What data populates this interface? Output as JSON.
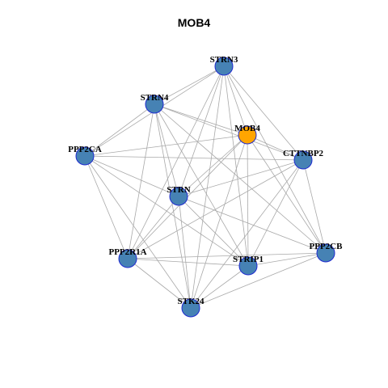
{
  "title": "MOB4",
  "colors": {
    "default_node_fill": "#4682b4",
    "highlight_node_fill": "#ffa500",
    "node_stroke": "#1f2bd0",
    "edge": "#a9a9a9"
  },
  "nodes": [
    {
      "id": "STRN3",
      "label": "STRN3",
      "highlight": false
    },
    {
      "id": "STRN4",
      "label": "STRN4",
      "highlight": false
    },
    {
      "id": "MOB4",
      "label": "MOB4",
      "highlight": true
    },
    {
      "id": "PPP2CA",
      "label": "PPP2CA",
      "highlight": false
    },
    {
      "id": "CTTNBP2",
      "label": "CTTNBP2",
      "highlight": false
    },
    {
      "id": "STRN",
      "label": "STRN",
      "highlight": false
    },
    {
      "id": "PPP2R1A",
      "label": "PPP2R1A",
      "highlight": false
    },
    {
      "id": "PPP2CB",
      "label": "PPP2CB",
      "highlight": false
    },
    {
      "id": "STRIP1",
      "label": "STRIP1",
      "highlight": false
    },
    {
      "id": "STK24",
      "label": "STK24",
      "highlight": false
    }
  ],
  "edges": [
    [
      "STRN3",
      "STRN4"
    ],
    [
      "STRN3",
      "MOB4"
    ],
    [
      "STRN3",
      "PPP2CA"
    ],
    [
      "STRN3",
      "CTTNBP2"
    ],
    [
      "STRN3",
      "STRN"
    ],
    [
      "STRN3",
      "PPP2R1A"
    ],
    [
      "STRN3",
      "STRIP1"
    ],
    [
      "STRN3",
      "PPP2CB"
    ],
    [
      "STRN3",
      "STK24"
    ],
    [
      "STRN4",
      "MOB4"
    ],
    [
      "STRN4",
      "PPP2CA"
    ],
    [
      "STRN4",
      "CTTNBP2"
    ],
    [
      "STRN4",
      "STRN"
    ],
    [
      "STRN4",
      "PPP2R1A"
    ],
    [
      "STRN4",
      "STRIP1"
    ],
    [
      "STRN4",
      "PPP2CB"
    ],
    [
      "STRN4",
      "STK24"
    ],
    [
      "MOB4",
      "PPP2CA"
    ],
    [
      "MOB4",
      "CTTNBP2"
    ],
    [
      "MOB4",
      "STRN"
    ],
    [
      "MOB4",
      "PPP2R1A"
    ],
    [
      "MOB4",
      "STRIP1"
    ],
    [
      "MOB4",
      "PPP2CB"
    ],
    [
      "MOB4",
      "STK24"
    ],
    [
      "PPP2CA",
      "CTTNBP2"
    ],
    [
      "PPP2CA",
      "STRN"
    ],
    [
      "PPP2CA",
      "PPP2R1A"
    ],
    [
      "PPP2CA",
      "STRIP1"
    ],
    [
      "PPP2CA",
      "STK24"
    ],
    [
      "CTTNBP2",
      "STRN"
    ],
    [
      "CTTNBP2",
      "PPP2R1A"
    ],
    [
      "CTTNBP2",
      "STRIP1"
    ],
    [
      "CTTNBP2",
      "PPP2CB"
    ],
    [
      "CTTNBP2",
      "STK24"
    ],
    [
      "STRN",
      "PPP2R1A"
    ],
    [
      "STRN",
      "STRIP1"
    ],
    [
      "STRN",
      "PPP2CB"
    ],
    [
      "STRN",
      "STK24"
    ],
    [
      "PPP2R1A",
      "STRIP1"
    ],
    [
      "PPP2R1A",
      "PPP2CB"
    ],
    [
      "PPP2R1A",
      "STK24"
    ],
    [
      "STRIP1",
      "PPP2CB"
    ],
    [
      "STRIP1",
      "STK24"
    ],
    [
      "PPP2CB",
      "STK24"
    ]
  ]
}
